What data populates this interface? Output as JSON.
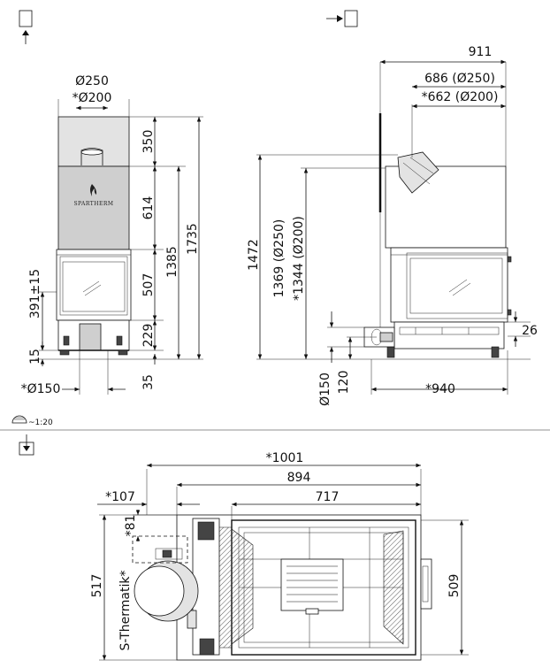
{
  "scale": "~1:20",
  "icons": [
    "front-view-icon",
    "side-view-icon",
    "top-view-icon",
    "scale-icon"
  ],
  "front_view": {
    "flue_diameter": "Ø250",
    "flue_diameter_alt": "*Ø200",
    "dim_350": "350",
    "dim_614": "614",
    "dim_507": "507",
    "dim_229": "229",
    "dim_35": "35",
    "dim_1385": "1385",
    "dim_1735": "1735",
    "dim_391": "391±15",
    "dim_15": "15",
    "air_inlet": "*Ø150",
    "brand": "SPARTHERM"
  },
  "side_view": {
    "width_total": "911",
    "dim_686": "686 (Ø250)",
    "dim_662": "*662 (Ø200)",
    "height_1472": "1472",
    "height_1369": "1369 (Ø250)",
    "height_1344": "*1344 (Ø200)",
    "dim_26": "26",
    "dim_150": "Ø150",
    "dim_120": "120",
    "dim_940": "*940"
  },
  "top_view": {
    "dim_1001": "*1001",
    "dim_894": "894",
    "dim_717": "717",
    "dim_107": "*107",
    "dim_81": "*81",
    "dim_517": "517",
    "dim_509": "509",
    "s_thermatik": "S-Thermatik*"
  }
}
